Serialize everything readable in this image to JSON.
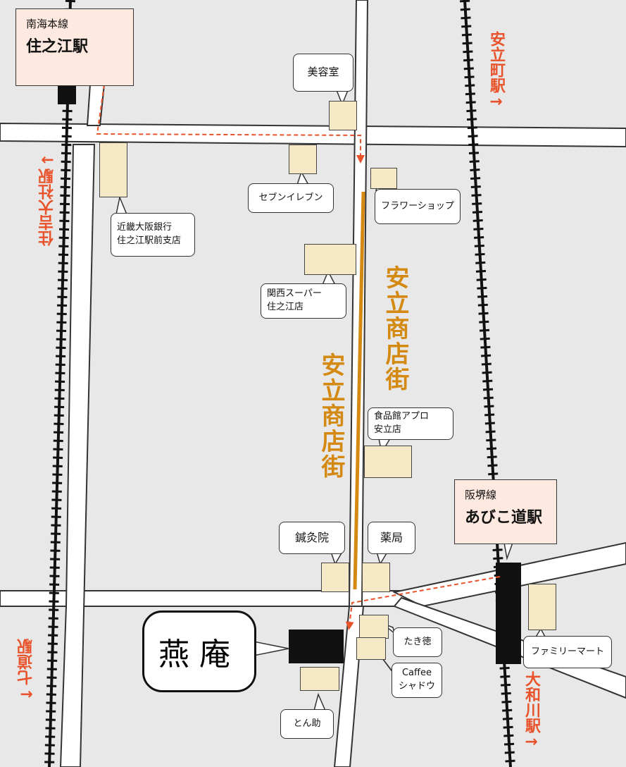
{
  "stations": {
    "sumiyoshi": {
      "line": "南海本線",
      "name": "住之江駅"
    },
    "abiko": {
      "line": "阪堺線",
      "name": "あびこ道駅"
    }
  },
  "directions": {
    "anryu_machi": "安立町駅→",
    "sumiyoshi_taisha": "住吉大社駅→",
    "shichido": "←七道駅",
    "yamatogawa": "大和川駅→"
  },
  "street_name": "安立商店街",
  "shops": {
    "biyoushitsu": "美容室",
    "seven_eleven": "セブンイレブン",
    "flower_shop": "フラワーショップ",
    "kinki_osaka_bank": "近畿大阪銀行\n住之江駅前支店",
    "kansai_super": "関西スーパー\n住之江店",
    "apuro": "食品館アプロ\n安立店",
    "shinkyu": "鍼灸院",
    "yakkyoku": "薬局",
    "takitoku": "たき徳",
    "caffee_shadow": "Caffee\nシャドウ",
    "family_mart": "ファミリーマート",
    "tonsuke": "とん助"
  },
  "destination": "燕庵",
  "colors": {
    "background": "#e8e8e8",
    "road": "#ffffff",
    "route": "#e8532b",
    "street_label": "#d48a12",
    "building": "#f5e8c4",
    "station_box": "#fde9df"
  }
}
